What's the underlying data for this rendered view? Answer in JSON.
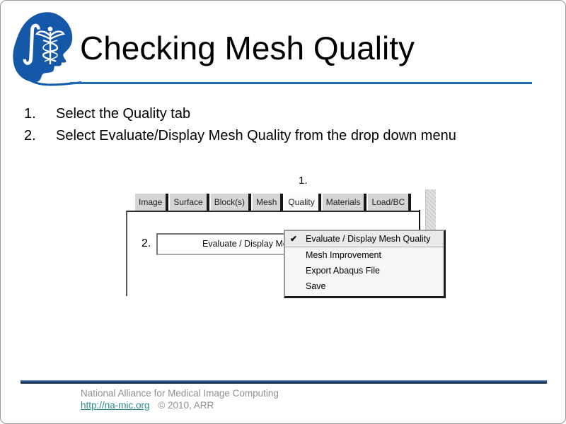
{
  "slide": {
    "title": "Checking Mesh Quality",
    "steps": [
      {
        "num": "1.",
        "text": "Select the Quality tab"
      },
      {
        "num": "2.",
        "text": "Select Evaluate/Display Mesh Quality from the drop down menu"
      }
    ]
  },
  "screenshot": {
    "step1_label": "1.",
    "step2_label": "2.",
    "tabs": [
      {
        "label": "Image"
      },
      {
        "label": "Surface"
      },
      {
        "label": "Block(s)"
      },
      {
        "label": "Mesh"
      },
      {
        "label": "Quality"
      },
      {
        "label": "Materials"
      },
      {
        "label": "Load/BC"
      }
    ],
    "dropdown": {
      "value": "Evaluate / Display Mesh Quality"
    },
    "menu": {
      "check_glyph": "✔",
      "items": [
        {
          "label": "Evaluate / Display Mesh Quality",
          "checked": true
        },
        {
          "label": "Mesh Improvement",
          "checked": false
        },
        {
          "label": "Export Abaqus File",
          "checked": false
        },
        {
          "label": "Save",
          "checked": false
        }
      ]
    }
  },
  "footer": {
    "org": "National Alliance for Medical Image Computing",
    "link": "http://na-mic.org",
    "copyright": "© 2010, ARR"
  },
  "colors": {
    "accent_blue": "#1d6bb0",
    "logo_blue": "#1558a7",
    "footer_line_dark": "#17365d",
    "footer_line_light": "#5b8fc9",
    "link_teal": "#2a8a8a"
  }
}
